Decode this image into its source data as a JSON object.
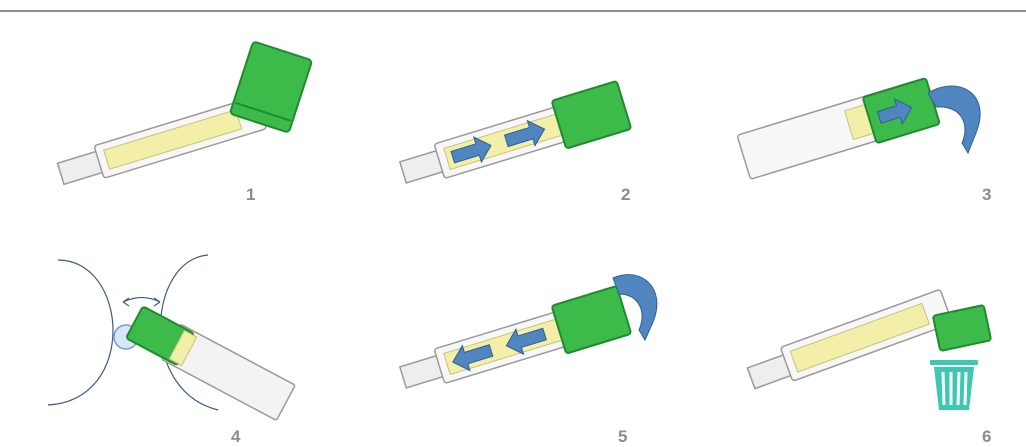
{
  "colors": {
    "film_green": "#3dbb4a",
    "film_green_dark": "#1f8a2e",
    "arrow_blue": "#4f86c0",
    "strip_fill": "#eeeeee",
    "strip_outline": "#9a9a9a",
    "pad_yellow": "#f3efa8",
    "bin_teal": "#3cc8b2",
    "step_number": "#8c8c8c",
    "rule": "#8e8e8e"
  },
  "steps": [
    {
      "number": "1",
      "icons": [
        "test-strip",
        "cover-film"
      ]
    },
    {
      "number": "2",
      "icons": [
        "test-strip",
        "cover-film",
        "slide-right-arrow",
        "slide-right-arrow"
      ]
    },
    {
      "number": "3",
      "icons": [
        "test-strip",
        "cover-film",
        "slide-right-arrow",
        "curved-arrow"
      ]
    },
    {
      "number": "4",
      "icons": [
        "test-strip",
        "cover-film",
        "bend-arcs",
        "double-arrow"
      ]
    },
    {
      "number": "5",
      "icons": [
        "test-strip",
        "cover-film",
        "slide-left-arrow",
        "slide-left-arrow",
        "curved-arrow"
      ]
    },
    {
      "number": "6",
      "icons": [
        "test-strip",
        "cover-film",
        "trash-bin"
      ]
    }
  ]
}
